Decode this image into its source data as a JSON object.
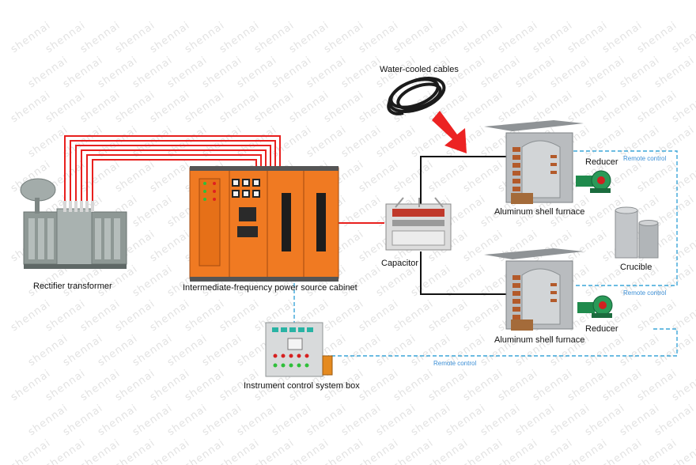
{
  "watermark": "shennai",
  "labels": {
    "water_cooled_cables": "Water-cooled cables",
    "rectifier_transformer": "Rectifier transformer",
    "power_cabinet": "Intermediate-frequency power source cabinet",
    "capacitor": "Capacitor",
    "furnace_top": "Aluminum shell furnace",
    "furnace_bottom": "Aluminum shell furnace",
    "reducer_top": "Reducer",
    "reducer_bottom": "Reducer",
    "crucible": "Crucible",
    "control_box": "Instrument control system box",
    "remote_control_1": "Remote control",
    "remote_control_2": "Remote control",
    "remote_control_3": "Remote control"
  },
  "colors": {
    "power_line": "#e8201e",
    "remote_line": "#3ba6d8",
    "cabinet": "#f07a22",
    "furnace": "#b9bcbf"
  }
}
